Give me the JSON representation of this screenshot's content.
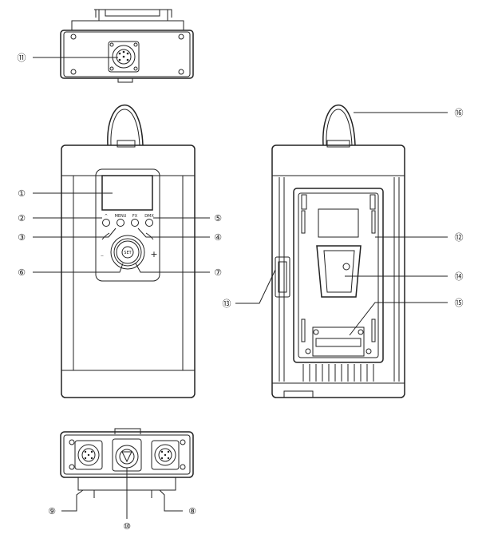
{
  "labels": {
    "c1": "①",
    "c2": "②",
    "c3": "③",
    "c4": "④",
    "c5": "⑤",
    "c6": "⑥",
    "c7": "⑦",
    "c8": "⑧",
    "c9": "⑨",
    "c10": "⑩",
    "c11": "⑪",
    "c12": "⑫",
    "c13": "⑬",
    "c14": "⑭",
    "c15": "⑮",
    "c16": "⑯"
  },
  "buttons": {
    "b1": "^",
    "b2": "MENU",
    "b3": "FX",
    "b4": "DMX"
  },
  "knob": {
    "label": "SET",
    "minus": "−",
    "plus": "+"
  }
}
